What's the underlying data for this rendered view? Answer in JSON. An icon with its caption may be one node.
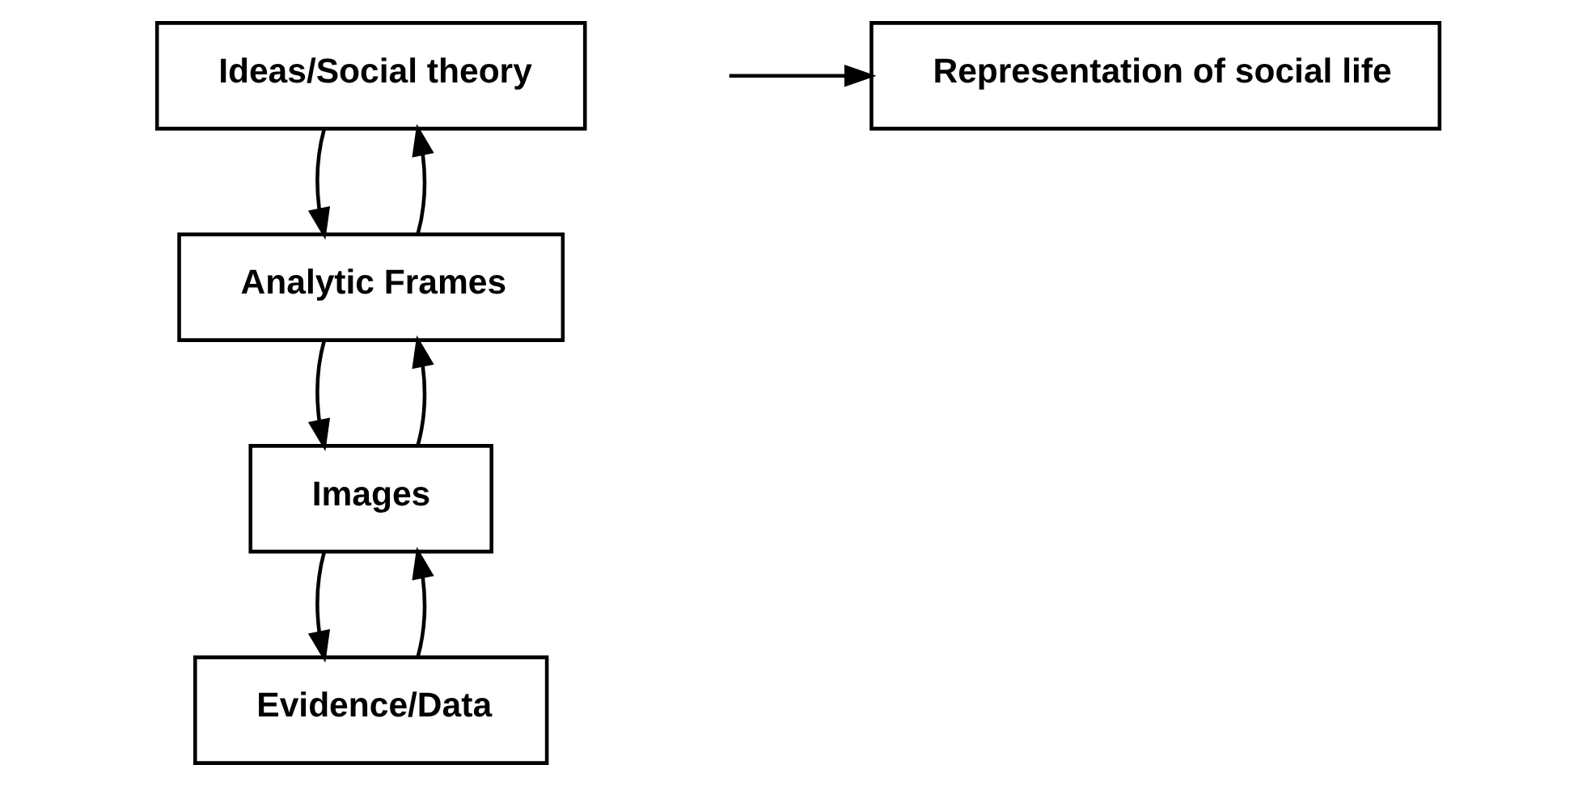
{
  "diagram": {
    "nodes": [
      {
        "text": [
          "Ideas/Social theory"
        ]
      },
      {
        "text": [
          "Analytic Frames"
        ]
      },
      {
        "text": [
          "Images"
        ]
      },
      {
        "text": [
          "Evidence/Data"
        ]
      },
      {
        "text": [
          "Representation of social life"
        ]
      }
    ],
    "edges": [
      {
        "from": 0,
        "to": 1,
        "arrow": "to"
      },
      {
        "from": 1,
        "to": 0,
        "arrow": "to"
      },
      {
        "from": 1,
        "to": 2,
        "arrow": "to"
      },
      {
        "from": 2,
        "to": 1,
        "arrow": "to"
      },
      {
        "from": 3,
        "to": 2,
        "arrow": "to"
      },
      {
        "from": 2,
        "to": 3,
        "arrow": "to"
      },
      {
        "from": null,
        "to": 4,
        "arrow": "to"
      }
    ]
  }
}
